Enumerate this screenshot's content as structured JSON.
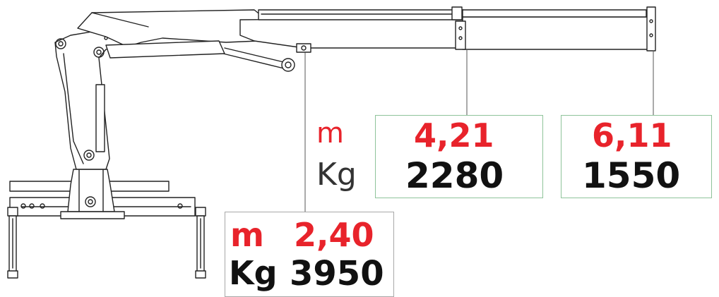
{
  "colors": {
    "accent_red": "#e8232b",
    "text": "#111111",
    "green_border": "#8fc39a",
    "gray_border": "#a8a8a8"
  },
  "unit_labels": {
    "distance": "m",
    "weight": "Kg"
  },
  "load_points": [
    {
      "distance": "2,40",
      "weight": "3950"
    },
    {
      "distance": "4,21",
      "weight": "2280"
    },
    {
      "distance": "6,11",
      "weight": "1550"
    }
  ],
  "diagram": {
    "subject": "crane-boom-load-chart",
    "icons": [
      "crane-drawing"
    ]
  }
}
